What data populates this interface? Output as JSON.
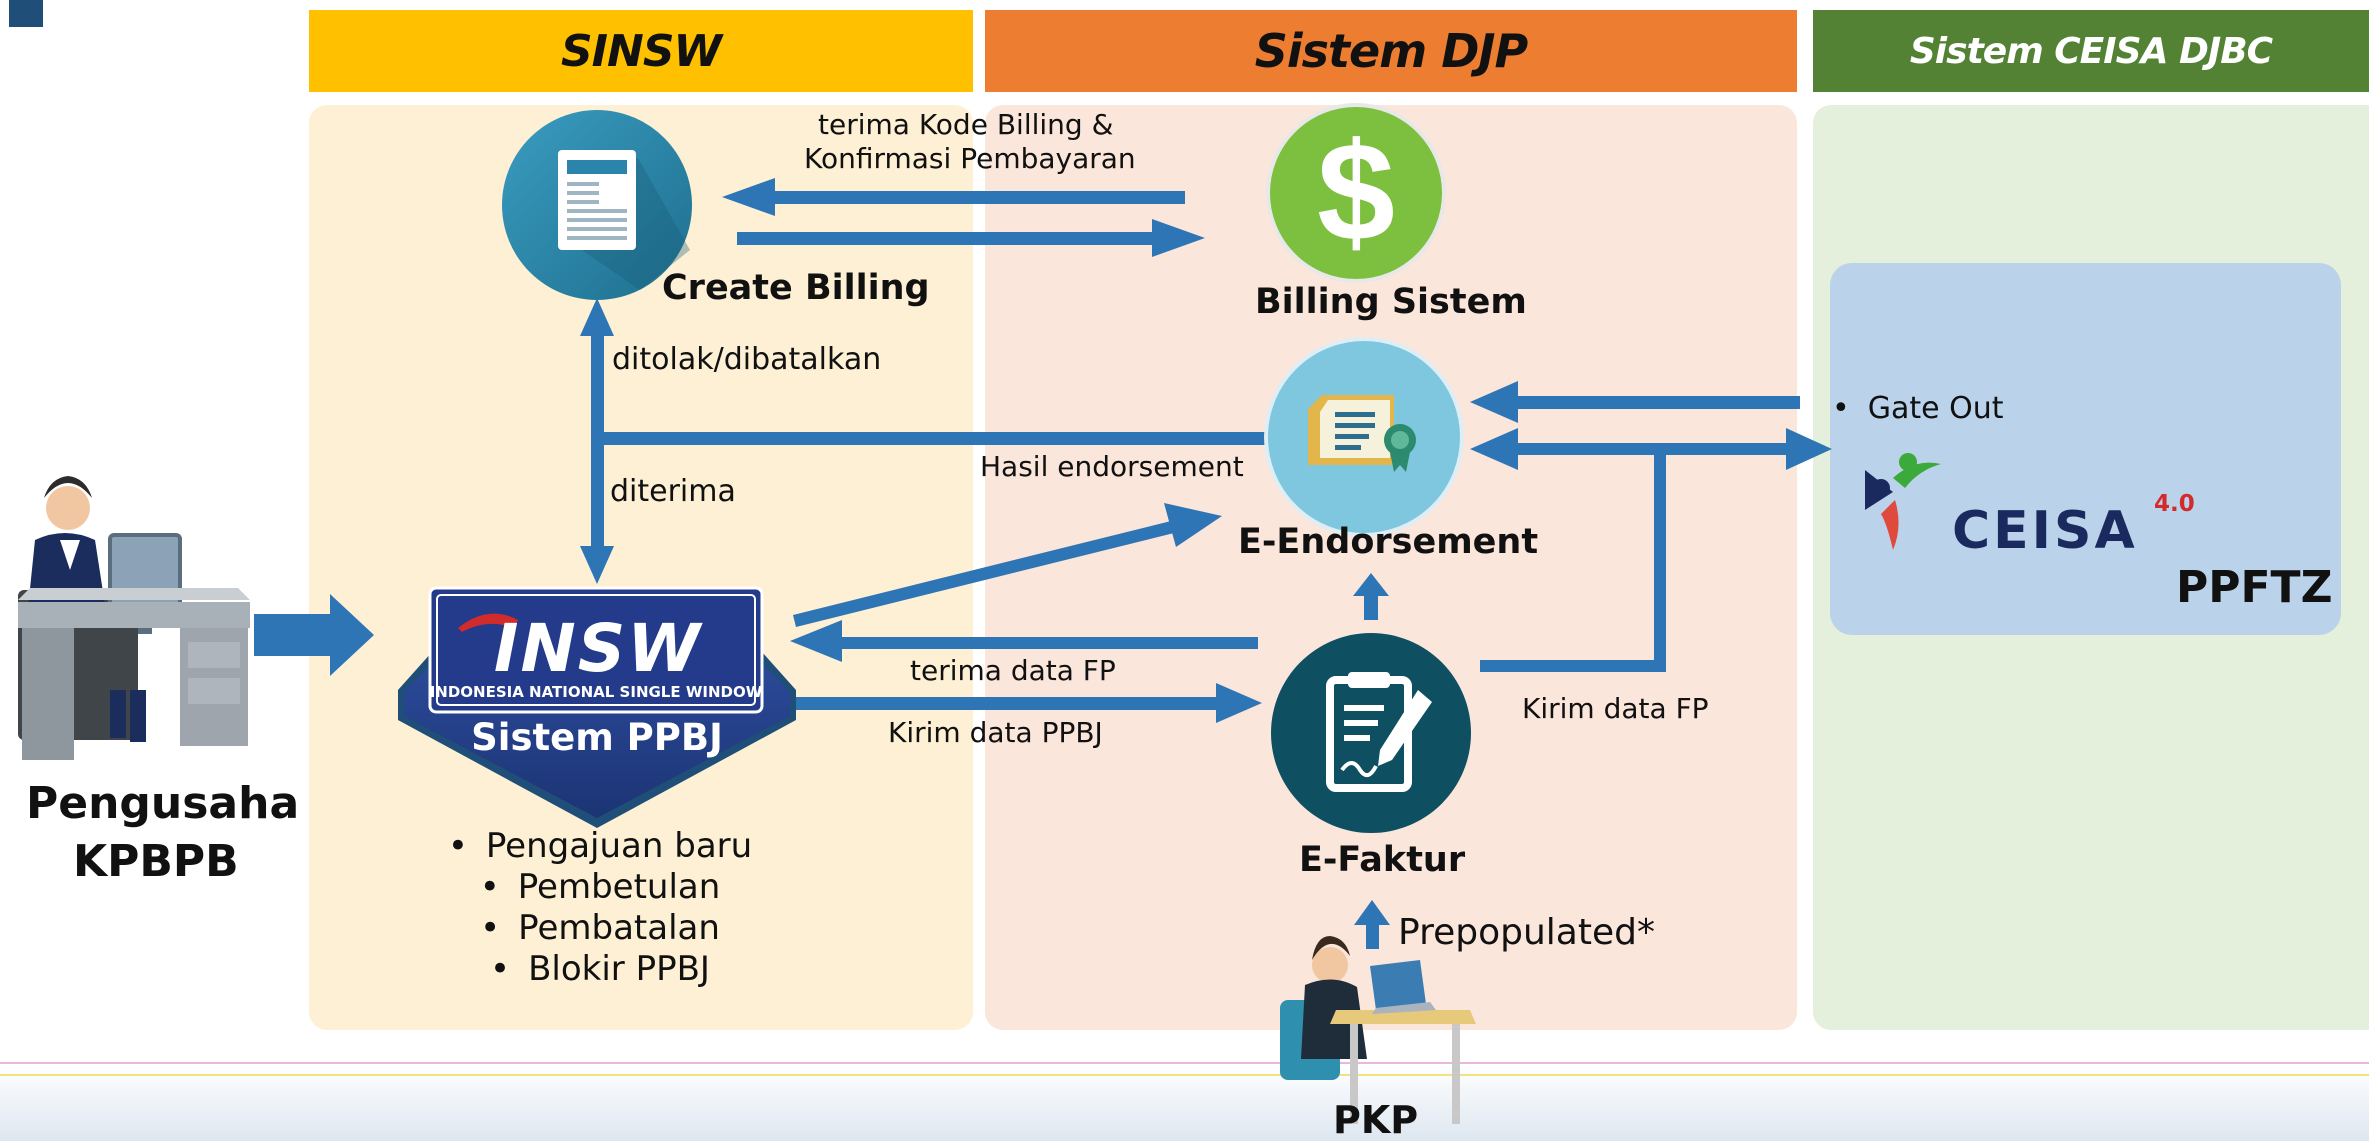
{
  "colors": {
    "sinsw_header": "#FFC000",
    "djp_header": "#ED7D31",
    "ceisa_header": "#548235",
    "sinsw_panel": "#FDF0D5",
    "djp_panel": "#FBE6DC",
    "ceisa_panel": "#E4EFDC",
    "ppftz_box": "#BAD3EB",
    "arrow": "#2E75B6",
    "pptx_accent": "#1F4E79"
  },
  "headers": {
    "sinsw": "SINSW",
    "djp": "Sistem DJP",
    "ceisa": "Sistem CEISA DJBC"
  },
  "actors": {
    "pengusaha_line1": "Pengusaha",
    "pengusaha_line2": "KPBPB",
    "pkp": "PKP"
  },
  "nodes": {
    "create_billing": "Create Billing",
    "billing_sistem": "Billing Sistem",
    "e_endorsement": "E-Endorsement",
    "e_faktur": "E-Faktur",
    "sistem_ppbj": "Sistem PPBJ",
    "ppftz": "PPFTZ"
  },
  "logos": {
    "insw_text": "INSW",
    "insw_tagline": "INDONESIA NATIONAL SINGLE WINDOW",
    "ceisa_text": "CEISA",
    "ceisa_version": "4.0",
    "dollar_sign": "$"
  },
  "icons": {
    "create_billing": "document-icon",
    "billing_sistem": "dollar-icon",
    "e_endorsement": "certificate-icon",
    "e_faktur": "signed-form-icon"
  },
  "flow_labels": {
    "terima_billing_line1": "terima Kode Billing &",
    "terima_billing_line2": "Konfirmasi Pembayaran",
    "ditolak": "ditolak/dibatalkan",
    "diterima": "diterima",
    "hasil_endorsement": "Hasil endorsement",
    "terima_data_fp": "terima data FP",
    "kirim_data_ppbj": "Kirim data PPBJ",
    "kirim_data_fp": "Kirim data FP",
    "prepopulated": "Prepopulated*"
  },
  "ppbj_list": [
    "Pengajuan baru",
    "Pembetulan",
    "Pembatalan",
    "Blokir PPBJ"
  ],
  "ceisa_list": [
    "Gate Out"
  ]
}
